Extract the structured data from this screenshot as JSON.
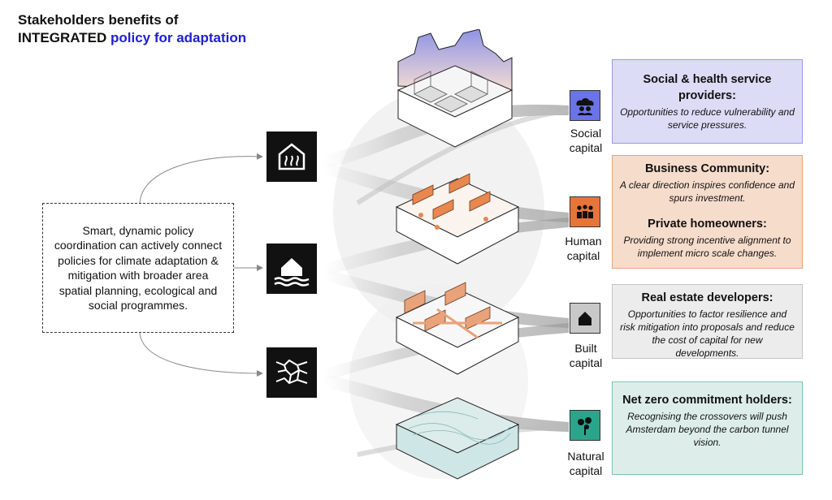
{
  "title": {
    "line1": "Stakeholders benefits of",
    "line2_bold": "INTEGRATED",
    "line2_accent": "policy for adaptation"
  },
  "policy_box": {
    "text": "Smart, dynamic policy coordination can actively connect policies for climate adaptation & mitigation with broader area spatial planning, ecological and social programmes."
  },
  "hazards": [
    {
      "name": "heat-icon"
    },
    {
      "name": "flood-house-icon"
    },
    {
      "name": "drought-cracks-icon"
    }
  ],
  "capitals": [
    {
      "label_1": "Social",
      "label_2": "capital",
      "icon": "people-cloud-icon",
      "color": "#6b73e8"
    },
    {
      "label_1": "Human",
      "label_2": "capital",
      "icon": "community-people-icon",
      "color": "#e8743a"
    },
    {
      "label_1": "Built",
      "label_2": "capital",
      "icon": "house-icon",
      "color": "#b8b8b8"
    },
    {
      "label_1": "Natural",
      "label_2": "capital",
      "icon": "tree-icon",
      "color": "#2aa58b"
    }
  ],
  "panels": {
    "social": {
      "heading": "Social & health service providers:",
      "text": "Opportunities to reduce vulnerability and service pressures.",
      "bg": "#dcdcf7",
      "border": "#9a9ae0"
    },
    "human": {
      "heading_1": "Business Community:",
      "text_1": "A clear direction inspires confidence and spurs investment.",
      "heading_2": "Private homeowners:",
      "text_2": "Providing strong incentive alignment to implement micro scale changes.",
      "bg": "#f6dccb",
      "border": "#e8a57c"
    },
    "built": {
      "heading": "Real estate developers:",
      "text": "Opportunities to factor resilience and risk mitigation into proposals and reduce the cost of capital for new developments.",
      "bg": "#ececec",
      "border": "#c4c4c4"
    },
    "natural": {
      "heading": "Net zero commitment holders:",
      "text": "Recognising the crossovers will push Amsterdam beyond the carbon tunnel vision.",
      "bg": "#ddeeea",
      "border": "#7cc2b0"
    }
  }
}
